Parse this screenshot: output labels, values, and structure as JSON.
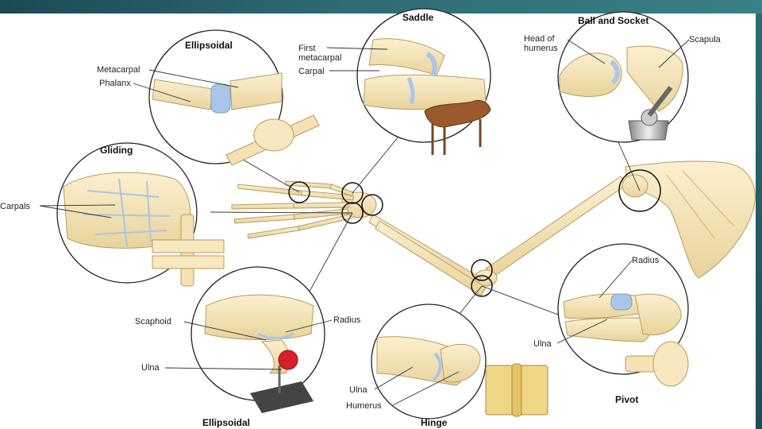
{
  "diagram": {
    "titles": {
      "saddle": "Saddle",
      "ball_socket": "Ball and Socket",
      "ellipsoidal_top": "Ellipsoidal",
      "gliding": "Gliding",
      "ellipsoidal_bottom": "Ellipsoidal",
      "hinge": "Hinge",
      "pivot": "Pivot"
    },
    "labels": {
      "first_metacarpal_1": "First",
      "first_metacarpal_2": "metacarpal",
      "carpal": "Carpal",
      "head_humerus_1": "Head of",
      "head_humerus_2": "humerus",
      "scapula": "Scapula",
      "metacarpal": "Metacarpal",
      "phalanx": "Phalanx",
      "carpals": "Carpals",
      "scaphoid": "Scaphoid",
      "radius_bottom": "Radius",
      "ulna_bottom": "Ulna",
      "radius_pivot": "Radius",
      "ulna_pivot": "Ulna",
      "ulna_hinge": "Ulna",
      "humerus_hinge": "Humerus"
    },
    "colors": {
      "bone": "#f3e2b3",
      "bone_stroke": "#b89c5e",
      "cartilage": "#a9c6e8",
      "saddle": "#9a5a2e",
      "header": "#2e6b73"
    }
  }
}
